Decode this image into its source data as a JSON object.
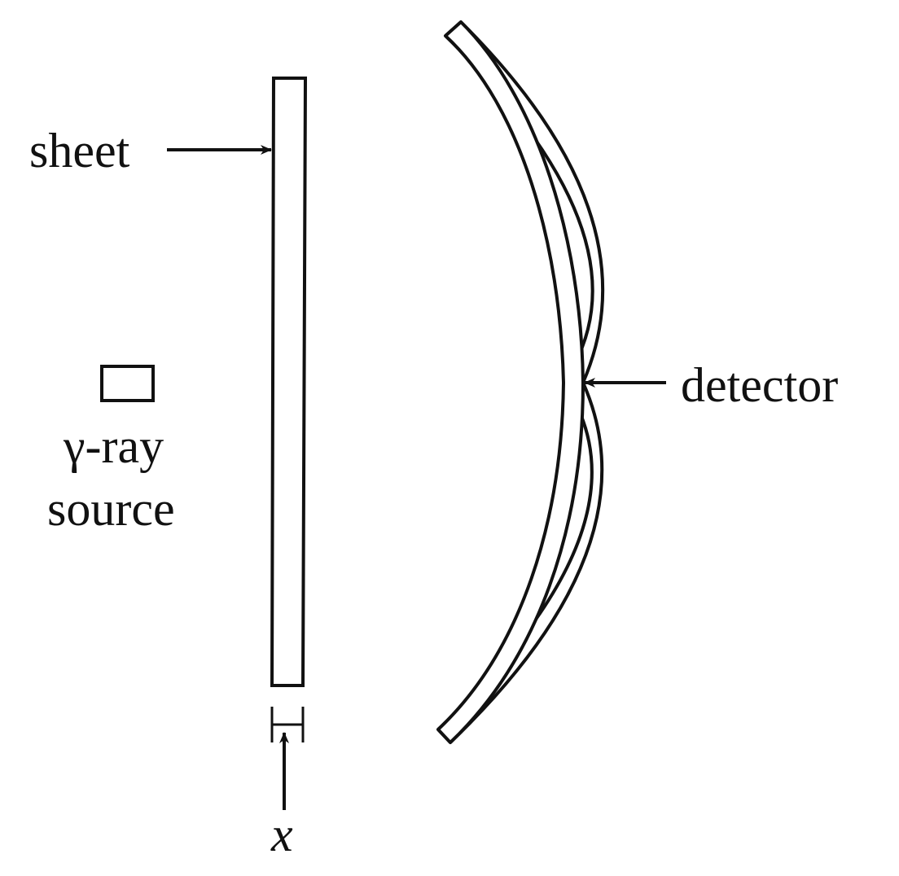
{
  "labels": {
    "sheet": "sheet",
    "detector": "detector",
    "source_line1": "γ-ray",
    "source_line2": "source",
    "thickness": "x"
  },
  "colors": {
    "ink": "#111111",
    "background": "#ffffff"
  }
}
